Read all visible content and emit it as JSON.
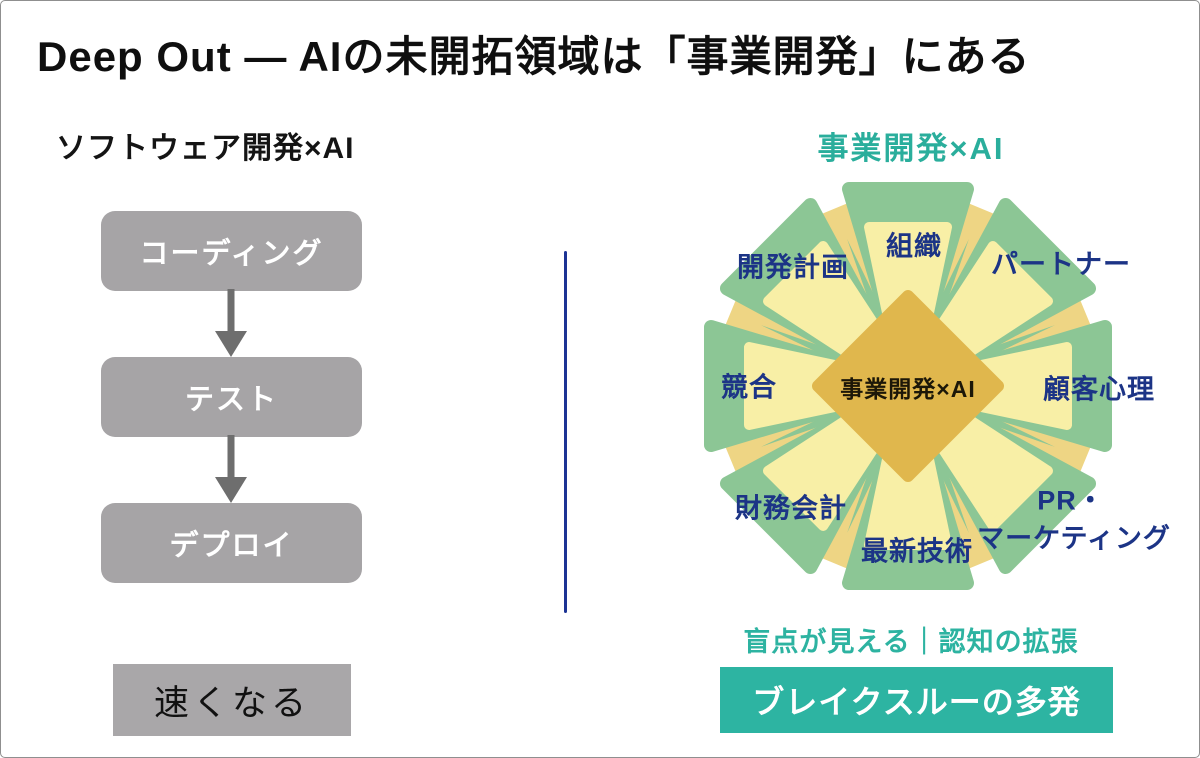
{
  "title": "Deep Out ― AIの未開拓領域は「事業開発」にある",
  "left_panel": {
    "heading": "ソフトウェア開発×AI",
    "flow_steps": [
      "コーディング",
      "テスト",
      "デプロイ"
    ],
    "result_label": "速くなる"
  },
  "right_panel": {
    "heading": "事業開発×AI",
    "center_label": "事業開発×AI",
    "spokes": {
      "top_left": "開発計画",
      "top": "組織",
      "top_right": "パートナー",
      "left": "競合",
      "right": "顧客心理",
      "bottom_left": "財務会計",
      "bottom": "最新技術",
      "bottom_right_line1": "PR・",
      "bottom_right_line2": "マーケティング"
    },
    "caption": "盲点が見える｜認知の拡張",
    "banner_label": "ブレイクスルーの多発"
  },
  "colors": {
    "teal_text": "#2aae9c",
    "teal_banner": "#2db4a2",
    "navy_label": "#1c3486",
    "navy_divider": "#1c3394",
    "gold_diamond": "#e0b74d",
    "petal_green": "#8cc695",
    "petal_yellow": "#f8efa6",
    "petal_deep_yellow": "#eed584",
    "box_gray": "#a6a4a6",
    "result_box_gray": "#a9a7a9",
    "arrow_gray": "#6e6e6e"
  }
}
